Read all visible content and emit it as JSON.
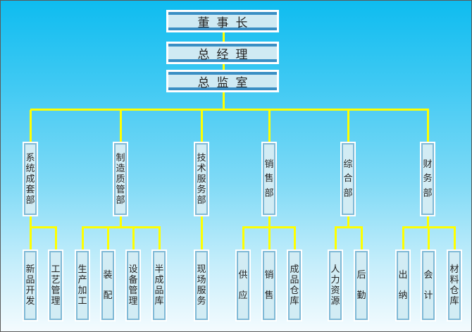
{
  "colors": {
    "connector": "#ffff00",
    "box_stripe": "#3a8fc4",
    "box_fill": "#cfeaf3"
  },
  "top": [
    {
      "id": "chairman",
      "label": "董事长"
    },
    {
      "id": "general-manager",
      "label": "总经理"
    },
    {
      "id": "supervisor-office",
      "label": "总监室"
    }
  ],
  "departments": [
    {
      "id": "system-integration",
      "label": "系统成套部",
      "children": [
        "新品开发",
        "工艺管理"
      ]
    },
    {
      "id": "manufacturing-quality",
      "label": "制造质管部",
      "children": [
        "生产加工",
        "装配",
        "设备管理",
        "半成品库"
      ]
    },
    {
      "id": "technical-service",
      "label": "技术服务部",
      "children": [
        "现场服务"
      ]
    },
    {
      "id": "sales",
      "label": "销售部",
      "children": [
        "供应",
        "销售",
        "成品仓库"
      ]
    },
    {
      "id": "general-affairs",
      "label": "综合部",
      "children": [
        "人力资源",
        "后勤"
      ]
    },
    {
      "id": "finance",
      "label": "财务部",
      "children": [
        "出纳",
        "会计",
        "材料仓库"
      ]
    }
  ]
}
